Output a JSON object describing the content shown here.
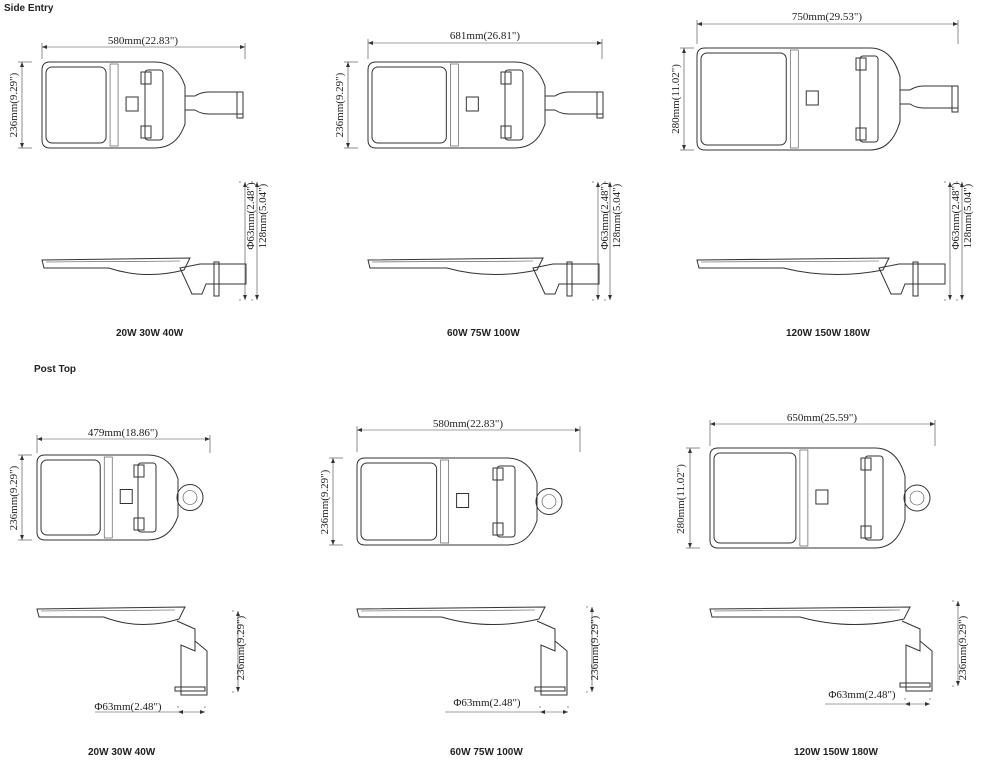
{
  "sections": {
    "side_entry": {
      "title": "Side Entry",
      "models": [
        {
          "label": "20W 30W 40W",
          "length": "580mm(22.83\")",
          "width": "236mm(9.29\")",
          "diameter": "Φ63mm(2.48\")",
          "height": "128mm(5.04\")"
        },
        {
          "label": "60W 75W 100W",
          "length": "681mm(26.81\")",
          "width": "236mm(9.29\")",
          "diameter": "Φ63mm(2.48\")",
          "height": "128mm(5.04\")"
        },
        {
          "label": "120W 150W 180W",
          "length": "750mm(29.53\")",
          "width": "280mm(11.02\")",
          "diameter": "Φ63mm(2.48\")",
          "height": "128mm(5.04\")"
        }
      ]
    },
    "post_top": {
      "title": "Post Top",
      "models": [
        {
          "label": "20W 30W 40W",
          "length": "479mm(18.86\")",
          "width": "236mm(9.29\")",
          "diameter": "Φ63mm(2.48\")",
          "height": "236mm(9.29\")"
        },
        {
          "label": "60W 75W 100W",
          "length": "580mm(22.83\")",
          "width": "236mm(9.29\")",
          "diameter": "Φ63mm(2.48\")",
          "height": "236mm(9.29\")"
        },
        {
          "label": "120W 150W 180W",
          "length": "650mm(25.59\")",
          "width": "280mm(11.02\")",
          "diameter": "Φ63mm(2.48\")",
          "height": "236mm(9.29\")"
        }
      ]
    }
  }
}
